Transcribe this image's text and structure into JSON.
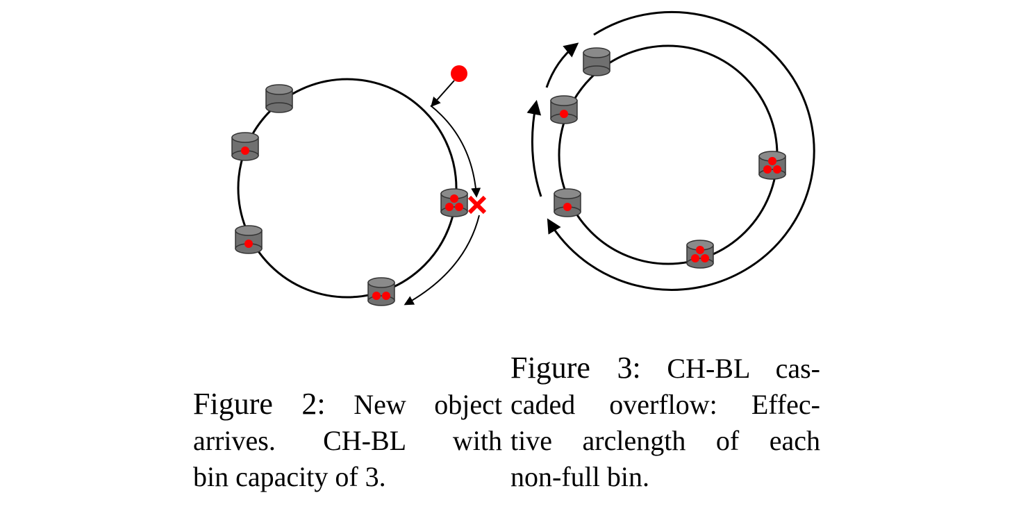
{
  "figure2": {
    "caption_label": "Figure 2:",
    "caption_lines": [
      "New object",
      "arrives.   CH-BL   with",
      "bin capacity of 3."
    ]
  },
  "figure3": {
    "caption_label": "Figure 3:",
    "caption_lines": [
      "CH-BL cas-",
      "caded overflow: Effec-",
      "tive arclength of each",
      "non-full bin."
    ]
  },
  "colors": {
    "bin_fill": "#707070",
    "bin_top": "#8a8a8a",
    "object": "#ff0000",
    "ring": "#000000"
  },
  "icons": [
    "bin-icon",
    "object-dot-icon",
    "cross-icon",
    "arrow-icon"
  ]
}
